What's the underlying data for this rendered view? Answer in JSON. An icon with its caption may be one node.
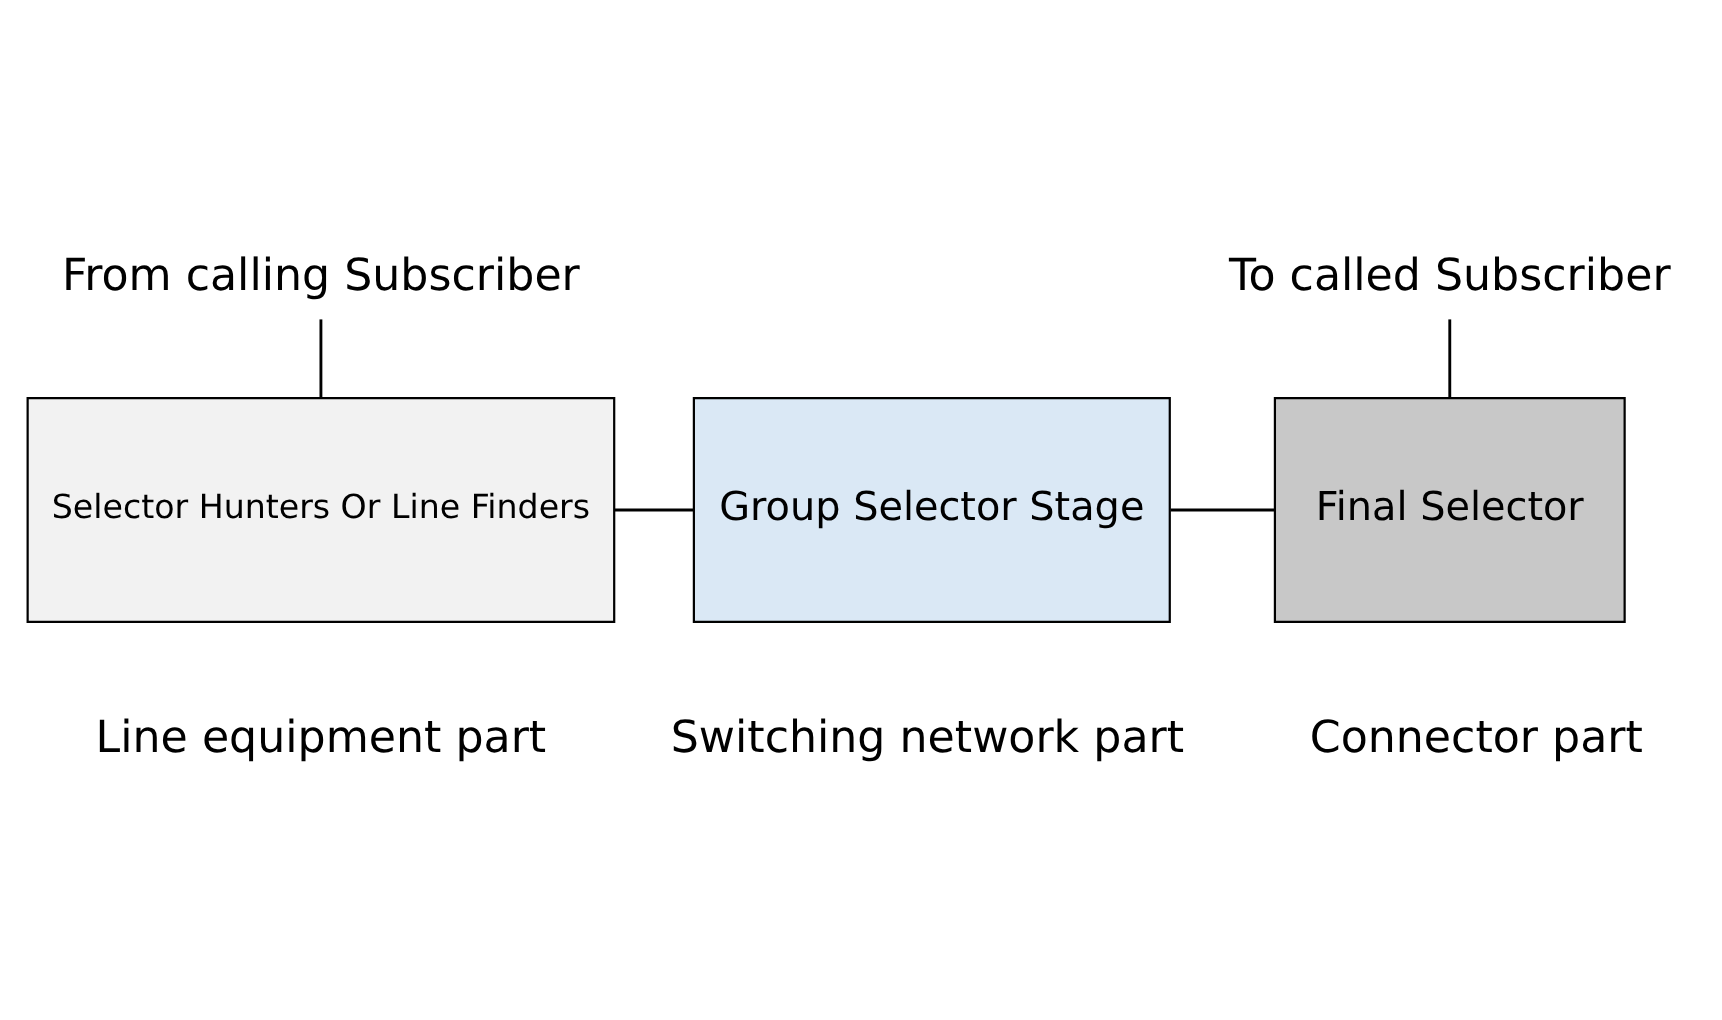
{
  "diagram": {
    "nodes": [
      {
        "text": [
          "From calling Subscriber"
        ]
      },
      {
        "text": [
          "Selector Hunters Or Line Finders"
        ]
      },
      {
        "text": [
          "Group Selector Stage"
        ]
      },
      {
        "text": [
          "Final Selector"
        ]
      },
      {
        "text": [
          "To called Subscriber"
        ]
      }
    ],
    "edges": [
      {
        "from": 0,
        "to": 1,
        "arrow": "none"
      },
      {
        "from": 1,
        "to": 2,
        "arrow": "none"
      },
      {
        "from": 2,
        "to": 3,
        "arrow": "none"
      },
      {
        "from": 4,
        "to": 3,
        "arrow": "none"
      }
    ],
    "labels": [
      "Line equipment part",
      "Switching network part",
      "Connector part"
    ]
  }
}
